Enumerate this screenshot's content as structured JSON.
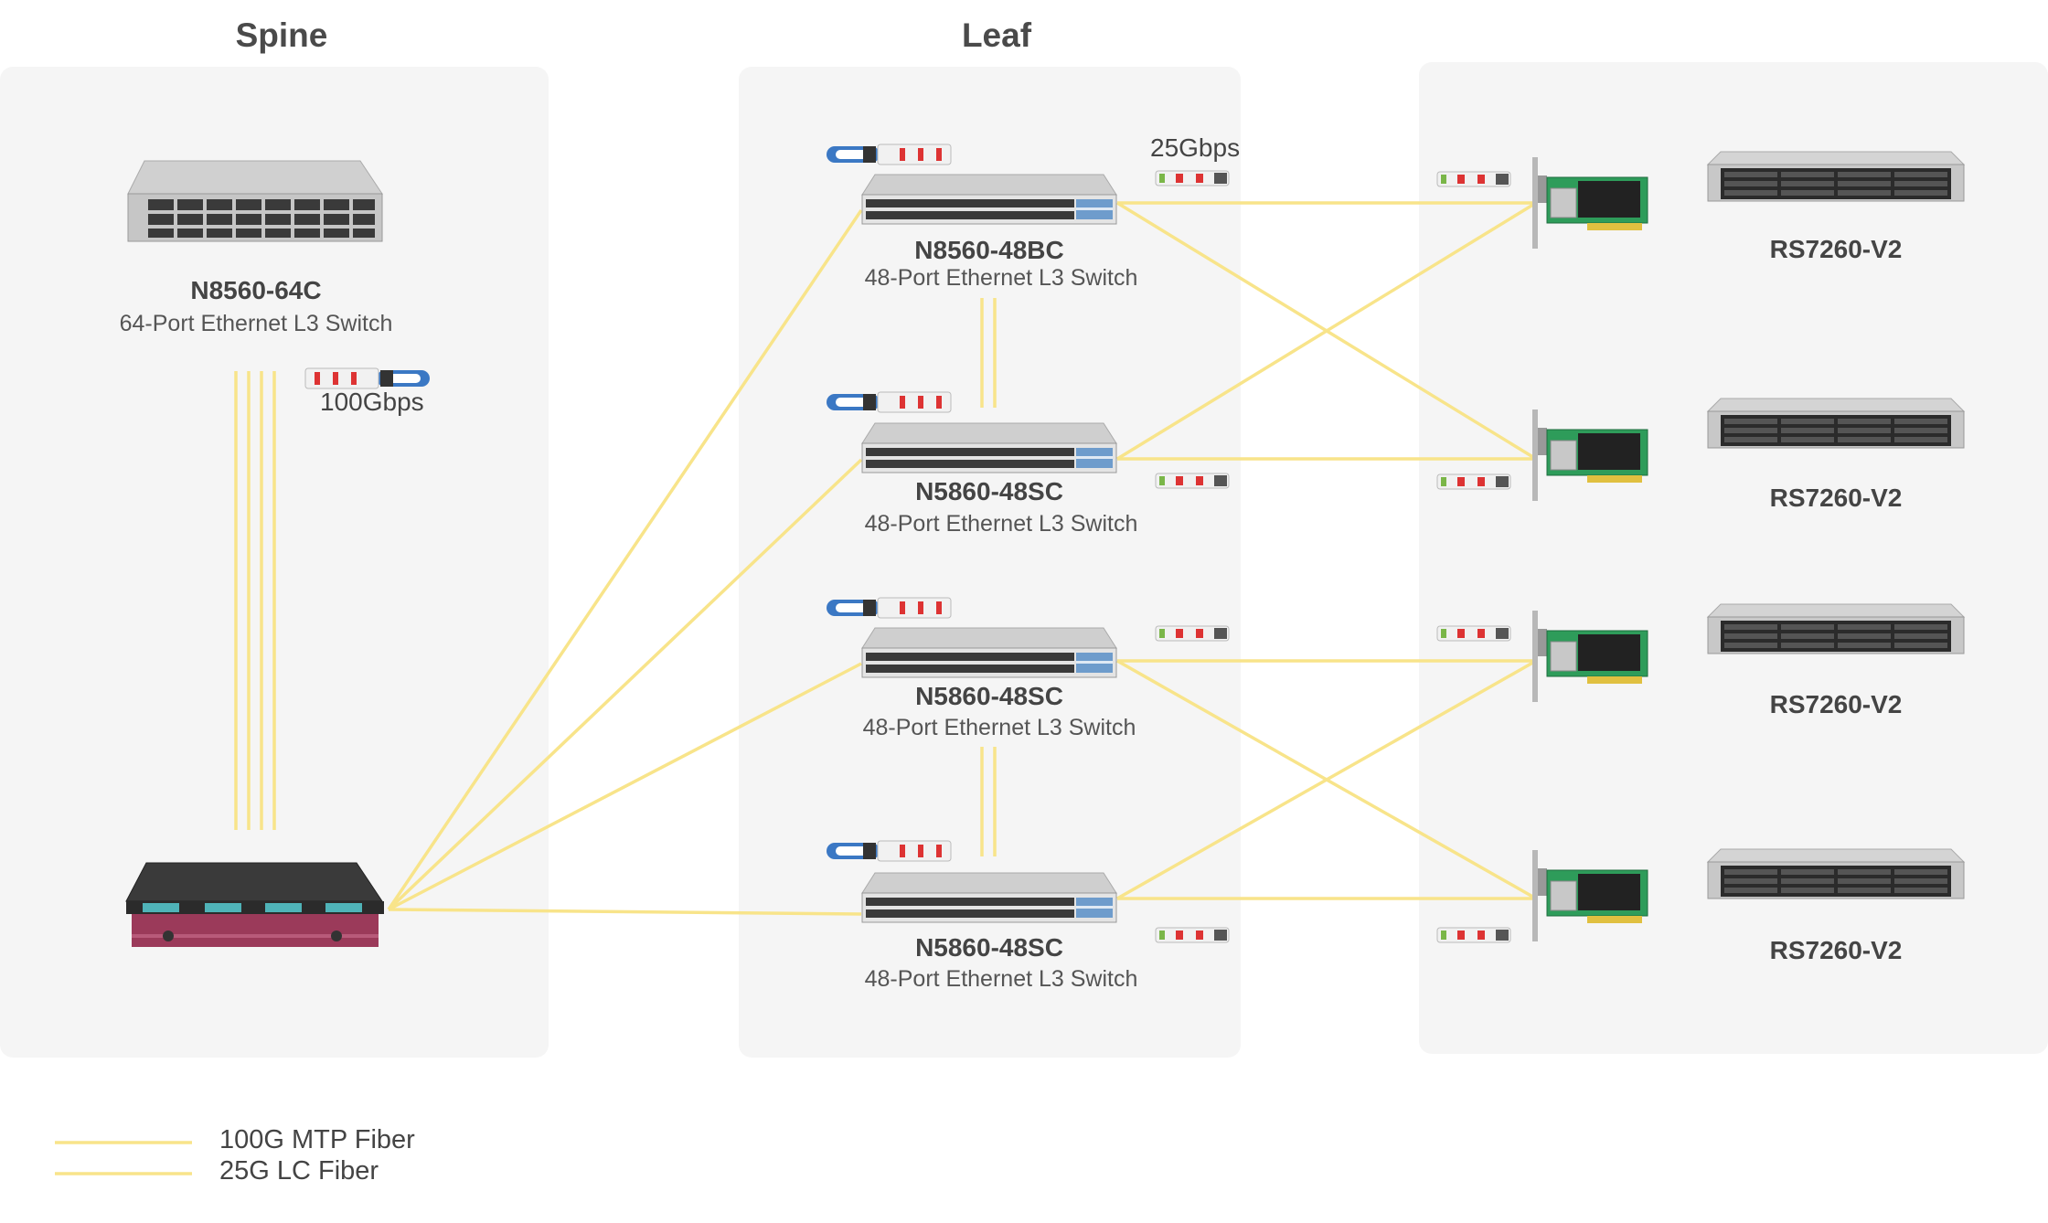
{
  "columns": {
    "spine": "Spine",
    "leaf": "Leaf"
  },
  "spine": {
    "switch_name": "N8560-64C",
    "switch_desc": "64-Port Ethernet L3 Switch",
    "uplink_speed": "100Gbps"
  },
  "leaf": {
    "downlink_speed": "25Gbps",
    "switches": [
      {
        "name": "N8560-48BC",
        "desc": "48-Port Ethernet L3 Switch"
      },
      {
        "name": "N5860-48SC",
        "desc": "48-Port Ethernet L3 Switch"
      },
      {
        "name": "N5860-48SC",
        "desc": "48-Port Ethernet L3 Switch"
      },
      {
        "name": "N5860-48SC",
        "desc": "48-Port Ethernet L3 Switch"
      }
    ]
  },
  "servers": [
    {
      "name": "RS7260-V2"
    },
    {
      "name": "RS7260-V2"
    },
    {
      "name": "RS7260-V2"
    },
    {
      "name": "RS7260-V2"
    }
  ],
  "legend": [
    {
      "label": "100G MTP Fiber",
      "color": "#f8e48a"
    },
    {
      "label": "25G LC Fiber",
      "color": "#f8e48a"
    }
  ],
  "colors": {
    "fiber": "#f8e48a",
    "panel": "#f5f5f5",
    "transceiver_blue": "#3b78c4",
    "nic_green": "#2e9c5a",
    "patch_panel": "#9b3a5a"
  }
}
